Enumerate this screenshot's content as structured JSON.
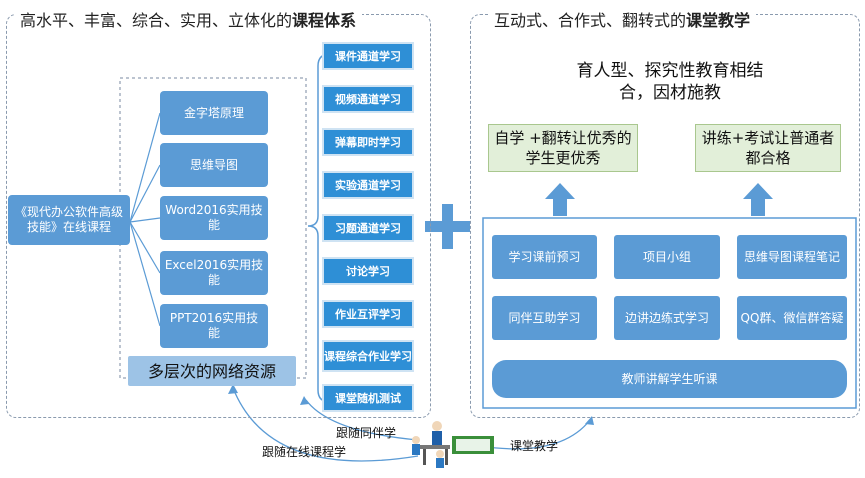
{
  "left": {
    "title_plain": "高水平、丰富、综合、实用、立体化的",
    "title_bold": "课程体系",
    "course": "《现代办公软件高级技能》在线课程",
    "modules": [
      "金字塔原理",
      "思维导图",
      "Word2016实用技能",
      "Excel2016实用技能",
      "PPT2016实用技能"
    ],
    "network_resources": "多层次的网络资源",
    "channels": [
      "课件通道学习",
      "视频通道学习",
      "弹幕即时学习",
      "实验通道学习",
      "习题通道学习",
      "讨论学习",
      "作业互评学习",
      "课程综合作业学习",
      "课堂随机测试"
    ]
  },
  "right": {
    "title_plain": "互动式、合作式、翻转式的",
    "title_bold": "课堂教学",
    "headline": "育人型、探究性教育相结合，因材施教",
    "green_left": "自学 +翻转让优秀的学生更优秀",
    "green_right": "讲练+考试让普通者都合格",
    "methods": [
      "学习课前预习",
      "项目小组",
      "思维导图课程笔记",
      "同伴互助学习",
      "边讲边练式学习",
      "QQ群、微信群答疑"
    ],
    "lecture": "教师讲解学生听课"
  },
  "bottom": {
    "follow_online": "跟随在线课程学",
    "follow_peer": "跟随同伴学",
    "classroom": "课堂教学"
  },
  "colors": {
    "box_blue": "#5b9bd5",
    "channel_blue": "#2e8fd6",
    "arrow_blue": "#5b9bd5",
    "green_fill": "#e2efd9"
  }
}
